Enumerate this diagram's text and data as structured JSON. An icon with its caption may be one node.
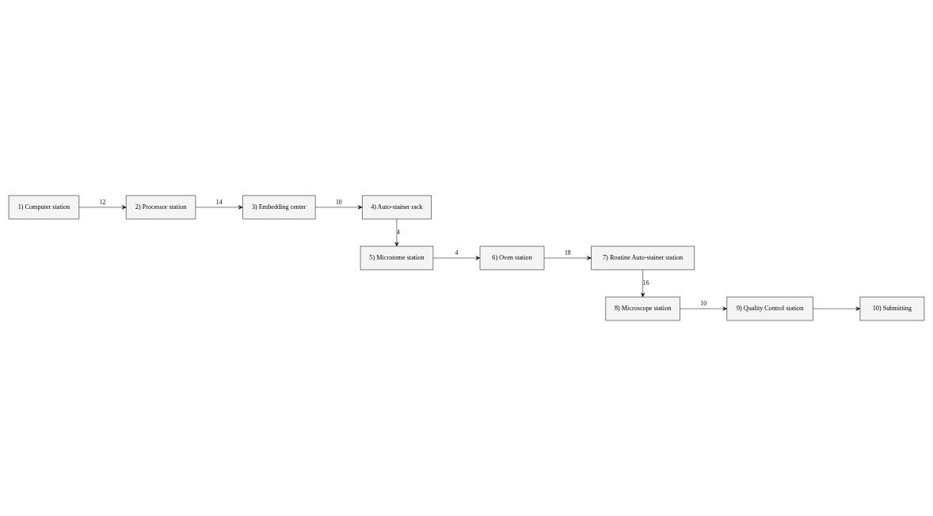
{
  "diagram": {
    "nodes": [
      {
        "text": [
          "1) Computer station"
        ]
      },
      {
        "text": [
          "2) Processor station"
        ]
      },
      {
        "text": [
          "3) Embedding center"
        ]
      },
      {
        "text": [
          "4) Auto-stainer rack"
        ]
      },
      {
        "text": [
          "5) Microtome station"
        ]
      },
      {
        "text": [
          "6) Oven station"
        ]
      },
      {
        "text": [
          "7) Routine Auto-stainer station"
        ]
      },
      {
        "text": [
          "8) Microscope station"
        ]
      },
      {
        "text": [
          "9) Quality Control station"
        ]
      },
      {
        "text": [
          "10) Submitting"
        ]
      }
    ],
    "edges": [
      {
        "from": 0,
        "to": 1,
        "arrow": "to",
        "label": "12"
      },
      {
        "from": 1,
        "to": 2,
        "arrow": "to",
        "label": "14"
      },
      {
        "from": 2,
        "to": 3,
        "arrow": "to",
        "label": "10"
      },
      {
        "from": 3,
        "to": 4,
        "arrow": "to",
        "label": "4"
      },
      {
        "from": 4,
        "to": 5,
        "arrow": "to",
        "label": "4"
      },
      {
        "from": 5,
        "to": 6,
        "arrow": "to",
        "label": "18"
      },
      {
        "from": 6,
        "to": 7,
        "arrow": "to",
        "label": "16"
      },
      {
        "from": 7,
        "to": 8,
        "arrow": "to",
        "label": "10"
      },
      {
        "from": 8,
        "to": 9,
        "arrow": "to"
      }
    ]
  }
}
